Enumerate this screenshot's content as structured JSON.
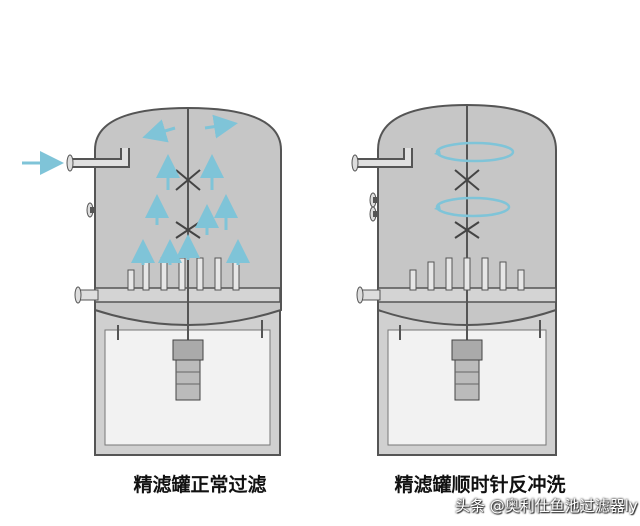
{
  "captions": {
    "left": "精滤罐正常过滤",
    "right": "精滤罐顺时针反冲洗"
  },
  "watermark": "头条 @奥利仕鱼池过滤器ly",
  "colors": {
    "tank_fill": "#c6c6c6",
    "outline": "#555555",
    "flow_arrow": "#7fc4d8",
    "stand": "#d0d0d0"
  },
  "icons": {
    "watermark_logo": "toutiao-logo"
  }
}
